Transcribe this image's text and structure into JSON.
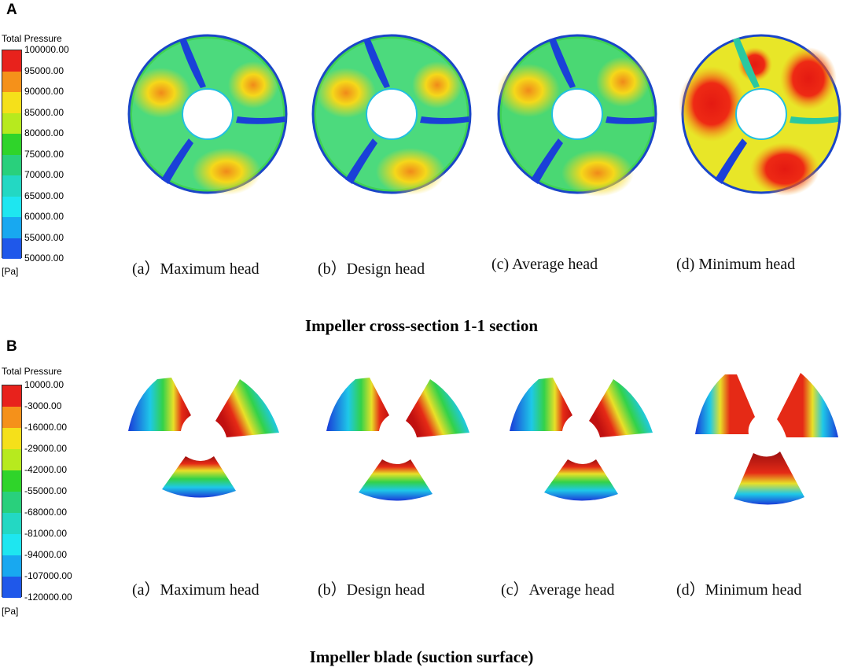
{
  "panels": [
    {
      "letter": "A",
      "legend": {
        "title": "Total Pressure",
        "unit": "[Pa]",
        "ticks": [
          "100000.00",
          "95000.00",
          "90000.00",
          "85000.00",
          "80000.00",
          "75000.00",
          "70000.00",
          "65000.00",
          "60000.00",
          "55000.00",
          "50000.00"
        ],
        "colors": [
          "#e8221c",
          "#f5911a",
          "#f5e01a",
          "#b7ea1e",
          "#2fd42a",
          "#29d07c",
          "#23d8c3",
          "#1ee6f0",
          "#18a8f0",
          "#1f58ea"
        ]
      },
      "captions": [
        "(a）Maximum head",
        "(b）Design head",
        "(c) Average head",
        "(d) Minimum head"
      ],
      "title": "Impeller cross-section 1-1 section"
    },
    {
      "letter": "B",
      "legend": {
        "title": "Total Pressure",
        "unit": "[Pa]",
        "ticks": [
          "10000.00",
          "-3000.00",
          "-16000.00",
          "-29000.00",
          "-42000.00",
          "-55000.00",
          "-68000.00",
          "-81000.00",
          "-94000.00",
          "-107000.00",
          "-120000.00"
        ],
        "colors": [
          "#e8221c",
          "#f5911a",
          "#f5e01a",
          "#b7ea1e",
          "#2fd42a",
          "#29d07c",
          "#23d8c3",
          "#1ee6f0",
          "#18a8f0",
          "#1f58ea"
        ]
      },
      "captions": [
        "(a）Maximum head",
        "(b）Design head",
        "(c）Average head",
        "(d）Minimum head"
      ],
      "title": "Impeller blade (suction surface)"
    }
  ]
}
